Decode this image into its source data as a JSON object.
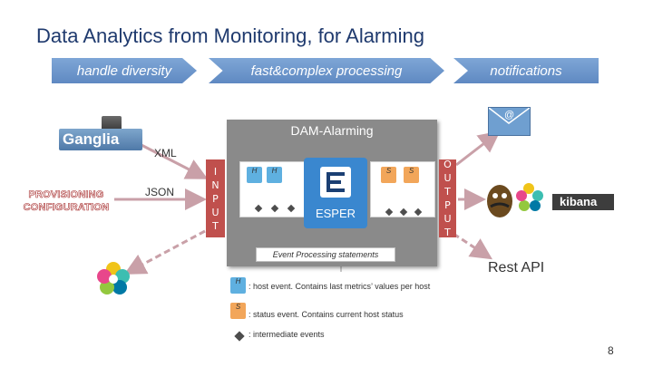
{
  "title": "Data Analytics from Monitoring, for Alarming",
  "banners": [
    "handle diversity",
    "fast&complex processing",
    "notifications"
  ],
  "sources": {
    "ganglia": "Ganglia",
    "provisioning": "PROVISIONING CONFIGURATION",
    "xml": "XML",
    "json": "JSON"
  },
  "dam": {
    "title": "DAM-Alarming",
    "input_letters": [
      "I",
      "N",
      "P",
      "U",
      "T"
    ],
    "output_letters": [
      "O",
      "U",
      "T",
      "P",
      "U",
      "T"
    ],
    "esper": "ESPER",
    "event_statements": "Event Processing statements",
    "tag_h": "H",
    "tag_s": "S"
  },
  "outputs": {
    "mail_symbol": "@",
    "kibana": "kibana",
    "rest_api": "Rest API"
  },
  "legend": [
    {
      "tag": "H",
      "text": ": host event. Contains last metrics’ values per host"
    },
    {
      "tag": "S",
      "text": ": status event. Contains current host status"
    },
    {
      "tag": "",
      "text": ": intermediate events"
    }
  ],
  "page_number": "8",
  "colors": {
    "title": "#1f3a6e",
    "banner": "#6b93c9",
    "io_bar": "#c0504d",
    "esper": "#3a87cf",
    "host_event": "#5fb0e0",
    "status_event": "#f2a65a",
    "arrow": "#c9a0a8"
  }
}
